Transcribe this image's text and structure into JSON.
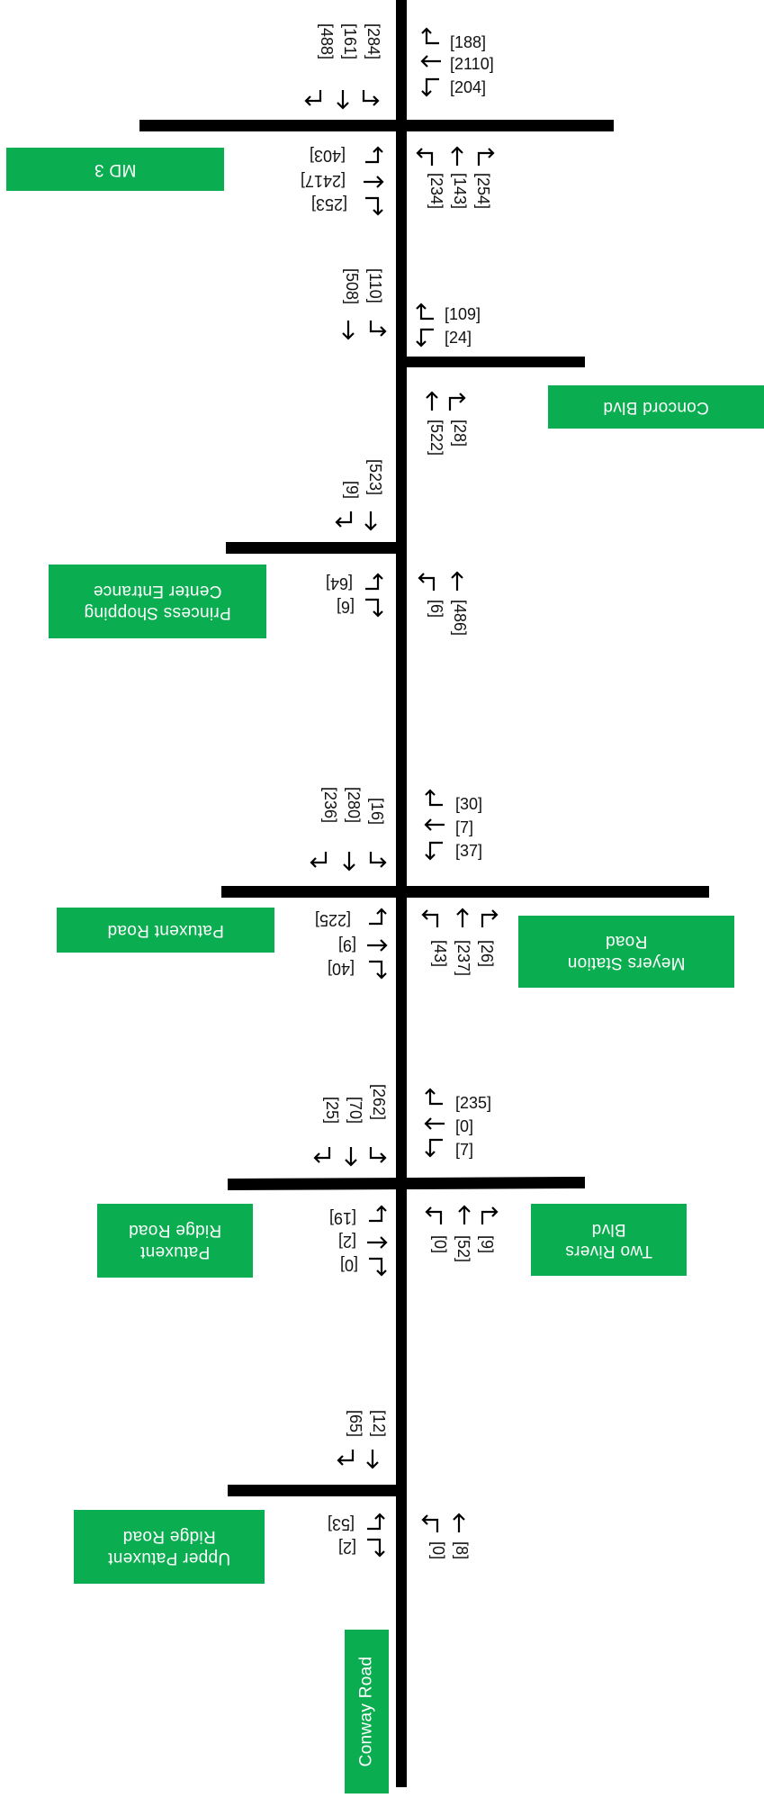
{
  "roads": {
    "main": "Conway Road",
    "labels": {
      "md3": "MD 3",
      "concord": "Concord Blvd",
      "princess": "Princess Shopping\nCenter Entrance",
      "patuxent_road": "Patuxent Road",
      "meyers": "Meyers Station\nRoad",
      "patuxent_ridge": "Patuxent\nRidge Road",
      "two_rivers": "Two Rivers\nBlvd",
      "upper_patuxent": "Upper Patuxent\nRidge Road"
    }
  },
  "intersections": {
    "md3": {
      "north_leg": [
        "[488]",
        "[161]",
        "[284]"
      ],
      "east_leg": [
        "[188]",
        "[2110]",
        "[204]"
      ],
      "west_leg": [
        "[403]",
        "[2417]",
        "[253]"
      ],
      "south_leg": [
        "[234]",
        "[143]",
        "[254]"
      ]
    },
    "concord": {
      "north_leg": [
        "[508]",
        "[110]"
      ],
      "east_leg": [
        "[109]",
        "[24]"
      ],
      "south_leg": [
        "[522]",
        "[28]"
      ]
    },
    "princess": {
      "north_leg": [
        "[9]",
        "[523]"
      ],
      "west_leg": [
        "[64]",
        "[6]"
      ],
      "south_leg": [
        "[6]",
        "[486]"
      ]
    },
    "patuxent_road": {
      "north_leg": [
        "[236]",
        "[280]",
        "[16]"
      ],
      "east_leg": [
        "[30]",
        "[7]",
        "[37]"
      ],
      "west_leg": [
        "[225]",
        "[9]",
        "[40]"
      ],
      "south_leg": [
        "[43]",
        "[237]",
        "[26]"
      ]
    },
    "two_rivers": {
      "north_leg": [
        "[25]",
        "[70]",
        "[262]"
      ],
      "east_leg": [
        "[235]",
        "[0]",
        "[7]"
      ],
      "west_leg": [
        "[19]",
        "[2]",
        "[0]"
      ],
      "south_leg": [
        "[0]",
        "[52]",
        "[9]"
      ]
    },
    "upper_patuxent": {
      "north_leg": [
        "[65]",
        "[12]"
      ],
      "west_leg": [
        "[53]",
        "[2]"
      ],
      "south_leg": [
        "[0]",
        "[8]"
      ]
    }
  },
  "colors": {
    "label_bg": "#0aad4f",
    "road": "#000000",
    "label_text": "#ffffff"
  }
}
